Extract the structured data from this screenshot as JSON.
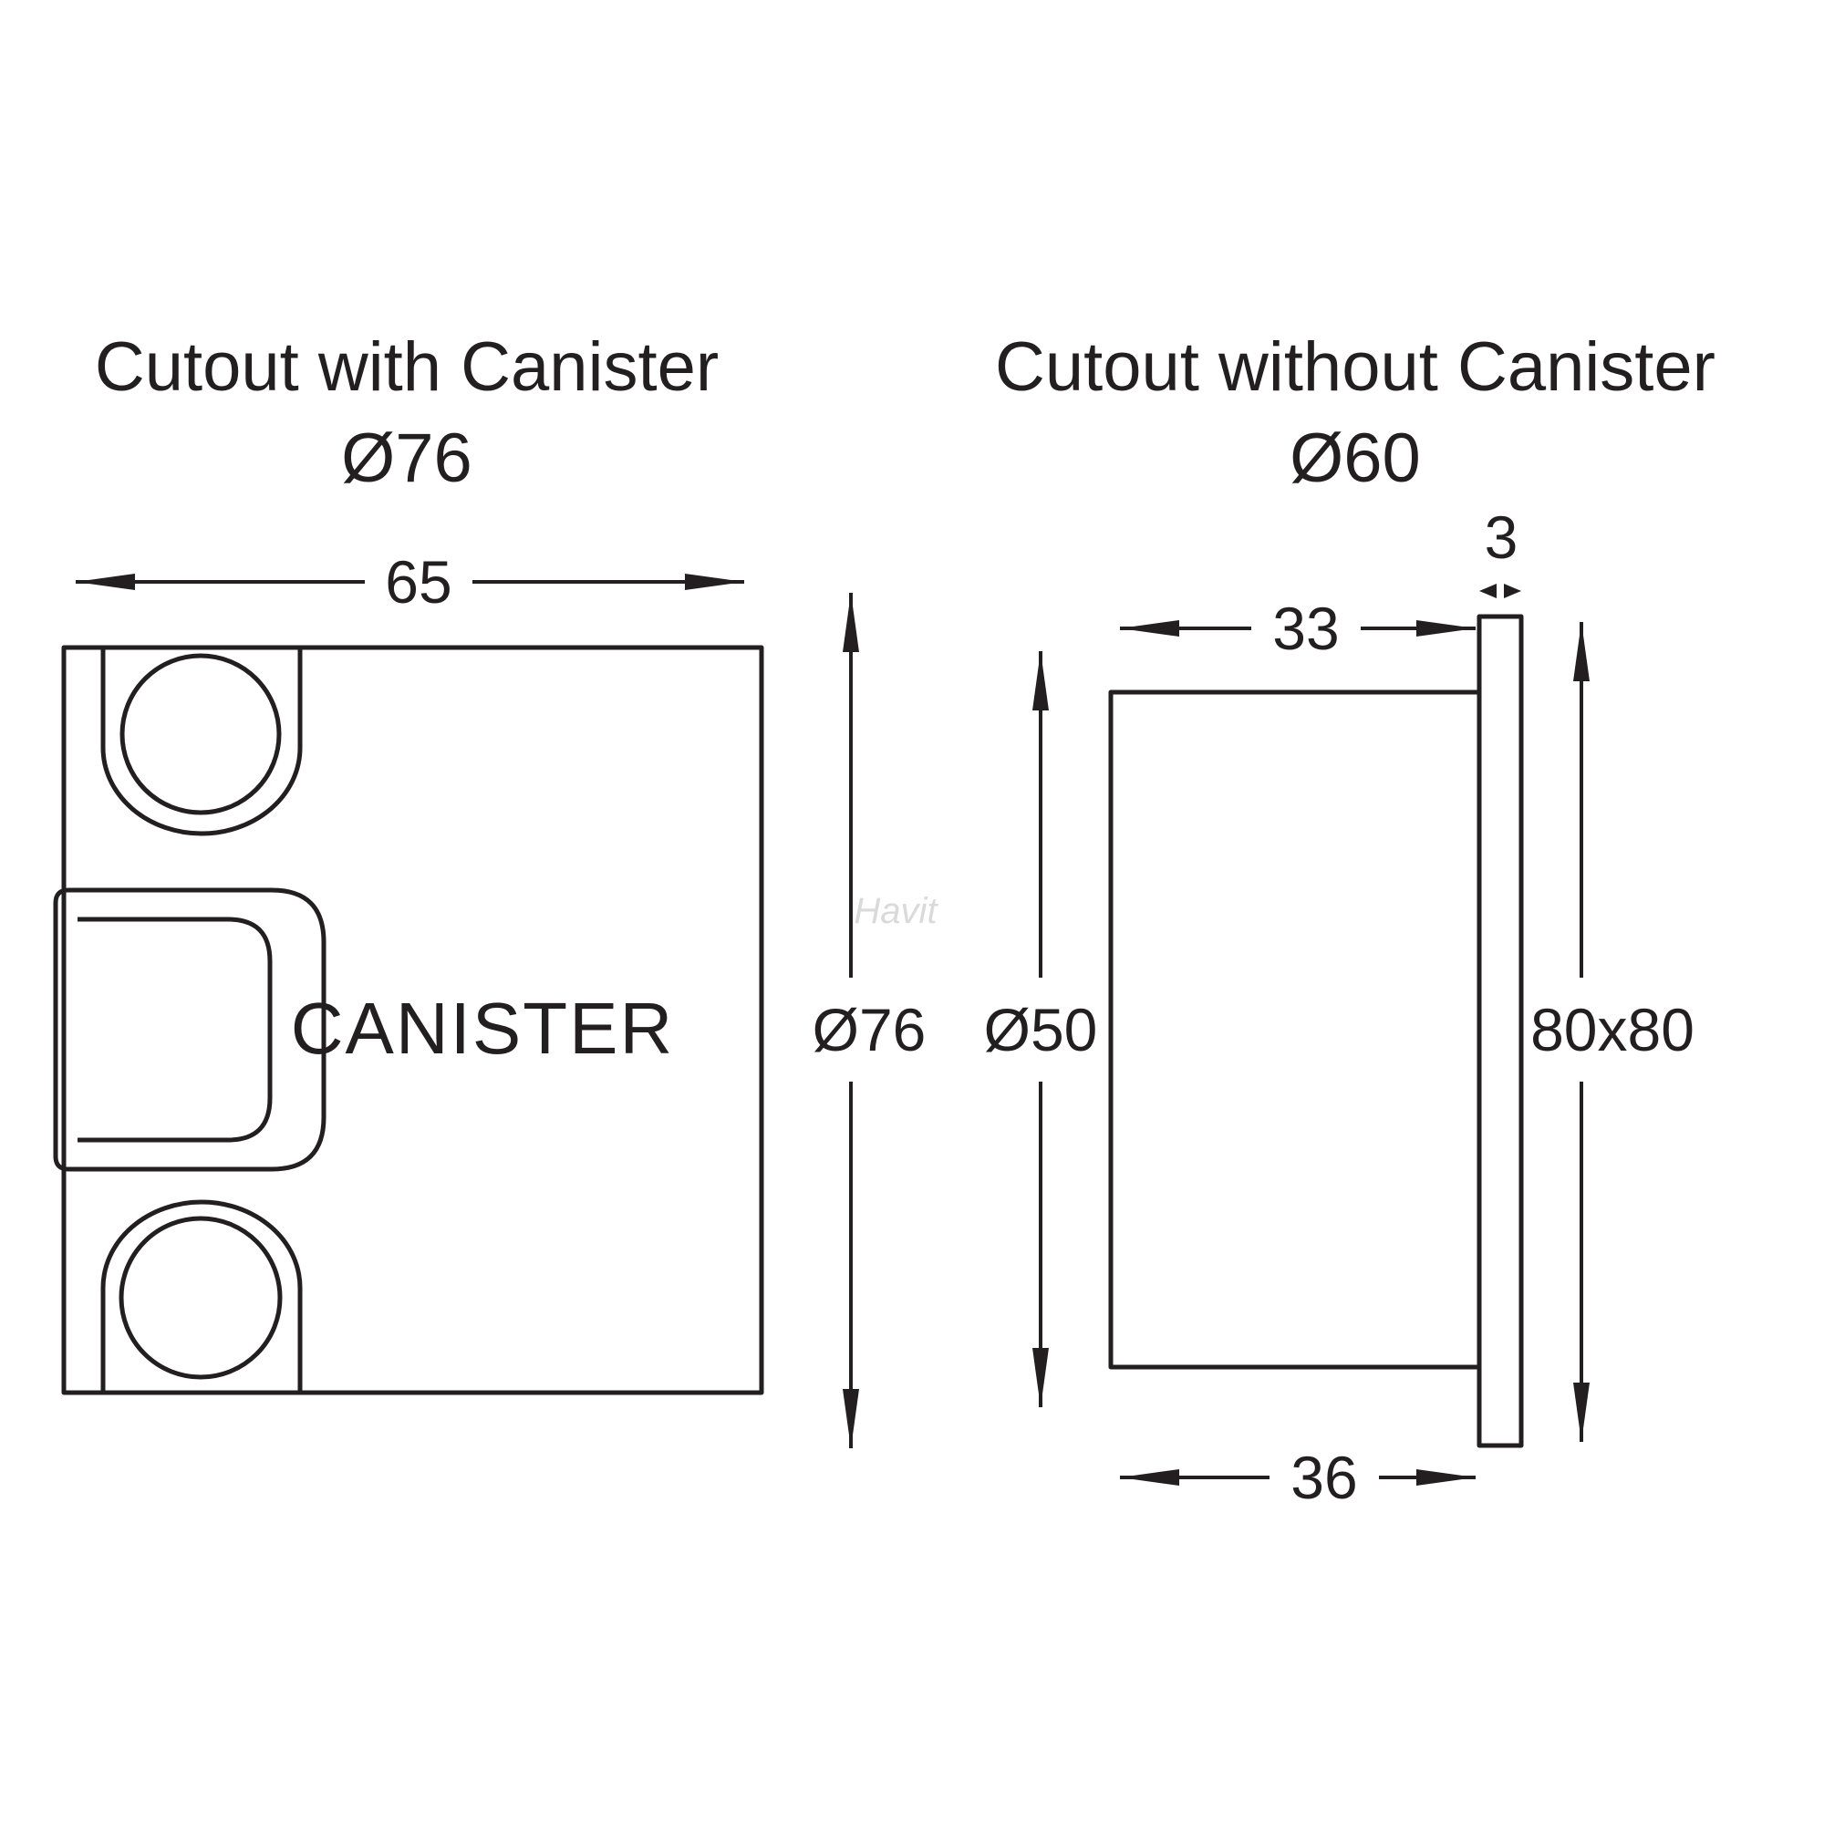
{
  "diagram": {
    "left": {
      "title": "Cutout with Canister",
      "subtitle": "Ø76",
      "body_label": "CANISTER",
      "dims": {
        "width": "65",
        "height": "Ø76"
      }
    },
    "right": {
      "title": "Cutout without Canister",
      "subtitle": "Ø60",
      "dims": {
        "plate_thickness": "3",
        "recess_depth": "33",
        "body_diameter": "Ø50",
        "plate_size": "80x80",
        "total_depth": "36"
      }
    },
    "watermark": "Havit",
    "line_color": "#231f20",
    "background_color": "#ffffff"
  }
}
